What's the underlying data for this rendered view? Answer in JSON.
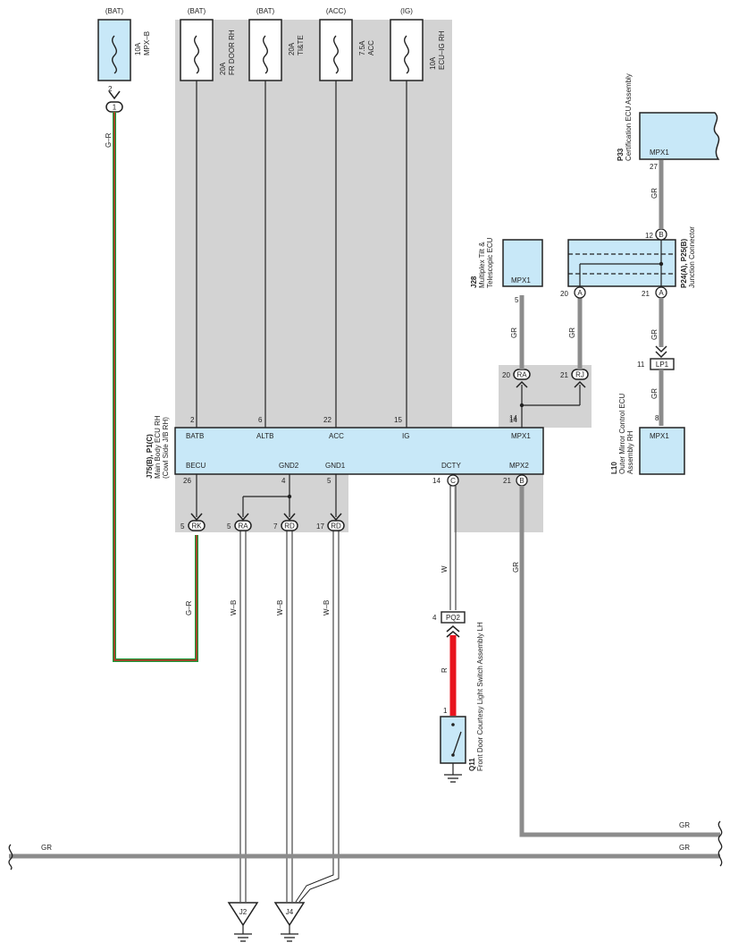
{
  "fuses": [
    {
      "source": "(BAT)",
      "rating": "10A",
      "name": "MPX–B"
    },
    {
      "source": "(BAT)",
      "rating": "20A",
      "name": "FR DOOR RH"
    },
    {
      "source": "(BAT)",
      "rating": "20A",
      "name": "TI&TE"
    },
    {
      "source": "(ACC)",
      "rating": "7.5A",
      "name": "ACC"
    },
    {
      "source": "(IG)",
      "rating": "10A",
      "name": "ECU–IG RH"
    }
  ],
  "main_ecu": {
    "id": "J75(B), P1(C)",
    "name1": "Main Body ECU RH",
    "name2": "(Cowl Side J/B RH)",
    "top_terms": [
      {
        "pin": "2",
        "label": "BATB"
      },
      {
        "pin": "6",
        "label": "ALTB"
      },
      {
        "pin": "22",
        "label": "ACC"
      },
      {
        "pin": "15",
        "label": "IG"
      },
      {
        "pin": "14",
        "label": "MPX1"
      }
    ],
    "bottom_terms": [
      {
        "pin": "26",
        "label": "BECU"
      },
      {
        "pin": "4",
        "label": "GND2"
      },
      {
        "pin": "5",
        "label": "GND1"
      },
      {
        "pin": "14",
        "conn": "C",
        "label": "DCTY"
      },
      {
        "pin": "21",
        "conn": "B",
        "label": "MPX2"
      }
    ]
  },
  "cert_ecu": {
    "id": "P33",
    "name": "Certification ECU Assembly",
    "term": "MPX1",
    "pin": "27"
  },
  "tilt_ecu": {
    "id": "J28",
    "name1": "Multiplex Tilt &",
    "name2": "Telescopic ECU",
    "term": "MPX1",
    "pin": "5"
  },
  "junction": {
    "id": "P24(A), P25(B)",
    "name": "Junction Connector",
    "pin_top": "12",
    "conn_top": "B",
    "pin_l": "20",
    "conn_l": "A",
    "pin_r": "21",
    "conn_r": "A"
  },
  "mirror_ecu": {
    "id": "L10",
    "name1": "Outer Mirror Control ECU",
    "name2": "Assembly RH",
    "term": "MPX1",
    "pin": "8"
  },
  "courtesy": {
    "id": "Q11",
    "name": "Front Door Courtesy Light Switch Assembly LH",
    "pin": "1"
  },
  "connectors": {
    "mpxb_pin": "2",
    "mpxb_conn": "1",
    "ra_top_pin": "20",
    "ra_top": "RA",
    "rj_pin": "21",
    "rj": "RJ",
    "lp1_pin": "11",
    "lp1": "LP1",
    "rk_pin": "5",
    "rk": "RK",
    "ra_bot_pin": "5",
    "ra_bot": "RA",
    "rd1_pin": "7",
    "rd1": "RD",
    "rd2_pin": "17",
    "rd2": "RD",
    "pq2_pin": "4",
    "pq2": "PQ2"
  },
  "wires": {
    "g_r1": "G–R",
    "g_r2": "G–R",
    "gr_cert": "GR",
    "gr_tilt": "GR",
    "gr_jl": "GR",
    "gr_lp1": "GR",
    "gr_mpx2": "GR",
    "w_b1": "W–B",
    "w_b2": "W–B",
    "w_b3": "W–B",
    "w": "W",
    "r": "R",
    "gr_bus_top": "GR",
    "gr_bus_left": "GR",
    "gr_bus_right": "GR"
  },
  "grounds": {
    "j2": "J2",
    "j4": "J4"
  },
  "colors": {
    "ecu_fill": "#c8e8f8",
    "shade": "#d3d3d3",
    "gr_wire": "#8c8c8c",
    "red_wire": "#e8141e",
    "green": "#1a9a3a"
  }
}
